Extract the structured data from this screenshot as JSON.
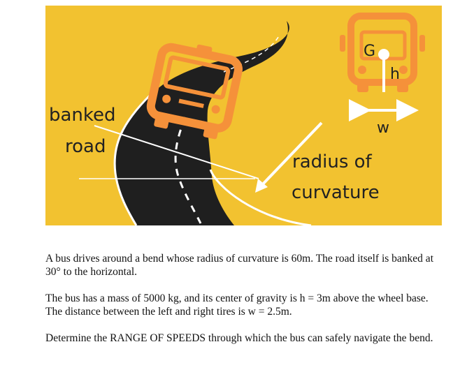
{
  "figure": {
    "background_color": "#f2c230",
    "bus_color": "#f5913a",
    "road_color": "#1f1f1f",
    "label_banked": "banked",
    "label_road": "road",
    "label_radius": "radius of",
    "label_curvature": "curvature",
    "label_G": "G",
    "label_h": "h",
    "label_w": "w"
  },
  "problem": {
    "p1": "A bus drives around a bend whose radius of curvature is 60m. The road itself is banked at 30° to the horizontal.",
    "p2": "The bus has a mass of 5000 kg, and its center of gravity is h = 3m above the wheel base. The distance between the left and right tires is w = 2.5m.",
    "p3": "Determine the RANGE OF SPEEDS through which the bus can safely navigate the bend."
  }
}
